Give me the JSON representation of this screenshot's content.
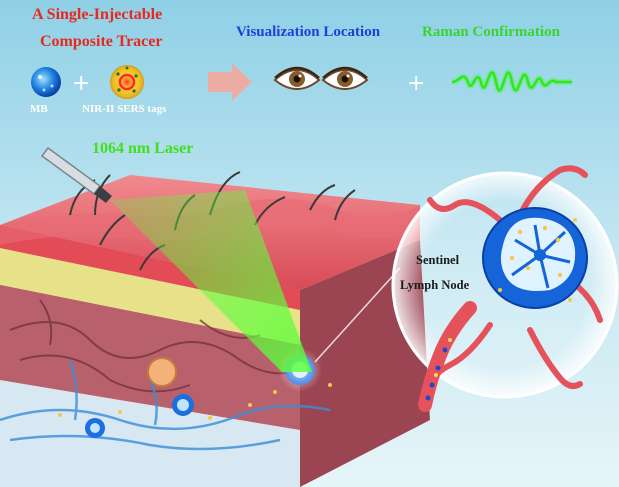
{
  "tracer": {
    "title_line1": "A Single-Injectable",
    "title_line2": "Composite Tracer",
    "mb_label": "MB",
    "sers_label": "NIR-II SERS tags"
  },
  "outcomes": {
    "visualization": "Visualization Location",
    "raman": "Raman Confirmation"
  },
  "laser": {
    "label": "1064 nm Laser"
  },
  "node": {
    "label_line1": "Sentinel",
    "label_line2": "Lymph Node"
  },
  "colors": {
    "title_red": "#e8281f",
    "visualization_blue": "#1f3fd8",
    "raman_green": "#38d62b",
    "laser_green": "#3fe01c",
    "background_top": "#8fd0e6",
    "background_bottom": "#dff1f6",
    "skin_red": "#d9565e",
    "lymph_blue": "#1565d8"
  },
  "symbols": {
    "plus": "+"
  }
}
